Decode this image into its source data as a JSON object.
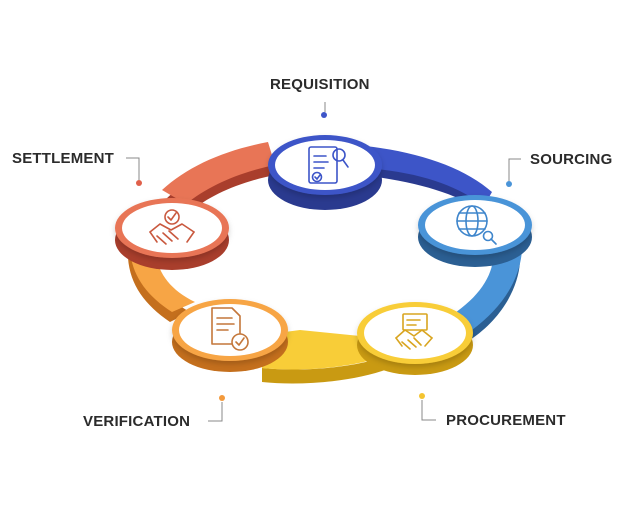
{
  "stages": [
    {
      "key": "requisition",
      "label": "REQUISITION",
      "icon": "requisition-document-search-icon",
      "color": "#3d55c8",
      "dark": "#2a3a8f"
    },
    {
      "key": "sourcing",
      "label": "SOURCING",
      "icon": "globe-search-icon",
      "color": "#3f86cc",
      "dark": "#2b5f93"
    },
    {
      "key": "procurement",
      "label": "PROCUREMENT",
      "icon": "handshake-document-icon",
      "color": "#f4c430",
      "dark": "#c99a12"
    },
    {
      "key": "verification",
      "label": "VERIFICATION",
      "icon": "document-check-icon",
      "color": "#f39a3c",
      "dark": "#c46f1d"
    },
    {
      "key": "settlement",
      "label": "SETTLEMENT",
      "icon": "handshake-check-icon",
      "color": "#e0604a",
      "dark": "#a93e2c"
    }
  ]
}
